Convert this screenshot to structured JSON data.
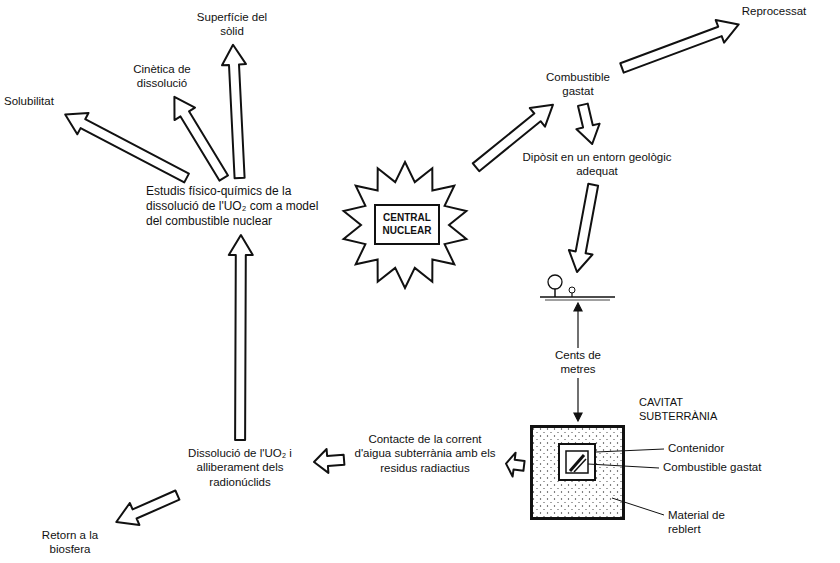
{
  "diagram": {
    "nodes": [
      {
        "text": [
          "Solubilitat"
        ]
      },
      {
        "text": [
          "Cinètica de dissolució"
        ]
      },
      {
        "text": [
          "Superfície del sòlid"
        ]
      },
      {
        "text": [
          "Estudis físico-químics de la dissolució de l'UO₂ com a model del combustible nuclear"
        ]
      },
      {
        "text": [
          "CENTRAL NUCLEAR"
        ]
      },
      {
        "text": [
          "Combustible gastat"
        ]
      },
      {
        "text": [
          "Reprocessat"
        ]
      },
      {
        "text": [
          "Dipòsit en un entorn geològic adequat"
        ]
      },
      {
        "text": [
          "CAVITAT SUBTERRÀNIA"
        ]
      },
      {
        "text": [
          "Contacte de la corrent d'aigua subterrània amb els residus radiactius"
        ]
      },
      {
        "text": [
          "Dissolució de l'UO₂ i alliberament dels radionúclids"
        ]
      },
      {
        "text": [
          "Retorn a la biosfera"
        ]
      }
    ],
    "edges": [
      {
        "from": 3,
        "to": 0,
        "arrow": "to"
      },
      {
        "from": 3,
        "to": 1,
        "arrow": "to"
      },
      {
        "from": 3,
        "to": 2,
        "arrow": "to"
      },
      {
        "from": 4,
        "to": 5,
        "arrow": "to"
      },
      {
        "from": 5,
        "to": 6,
        "arrow": "to"
      },
      {
        "from": 5,
        "to": 7,
        "arrow": "to"
      },
      {
        "from": 7,
        "to": 8,
        "arrow": "to"
      },
      {
        "from": 8,
        "to": 9,
        "arrow": "to"
      },
      {
        "from": 9,
        "to": 10,
        "arrow": "to"
      },
      {
        "from": 10,
        "to": 3,
        "arrow": "to"
      },
      {
        "from": 10,
        "to": 11,
        "arrow": "to"
      }
    ],
    "labels": [
      "Cents de metres",
      "Contenidor",
      "Combustible gastat",
      "Material de reblert"
    ]
  }
}
